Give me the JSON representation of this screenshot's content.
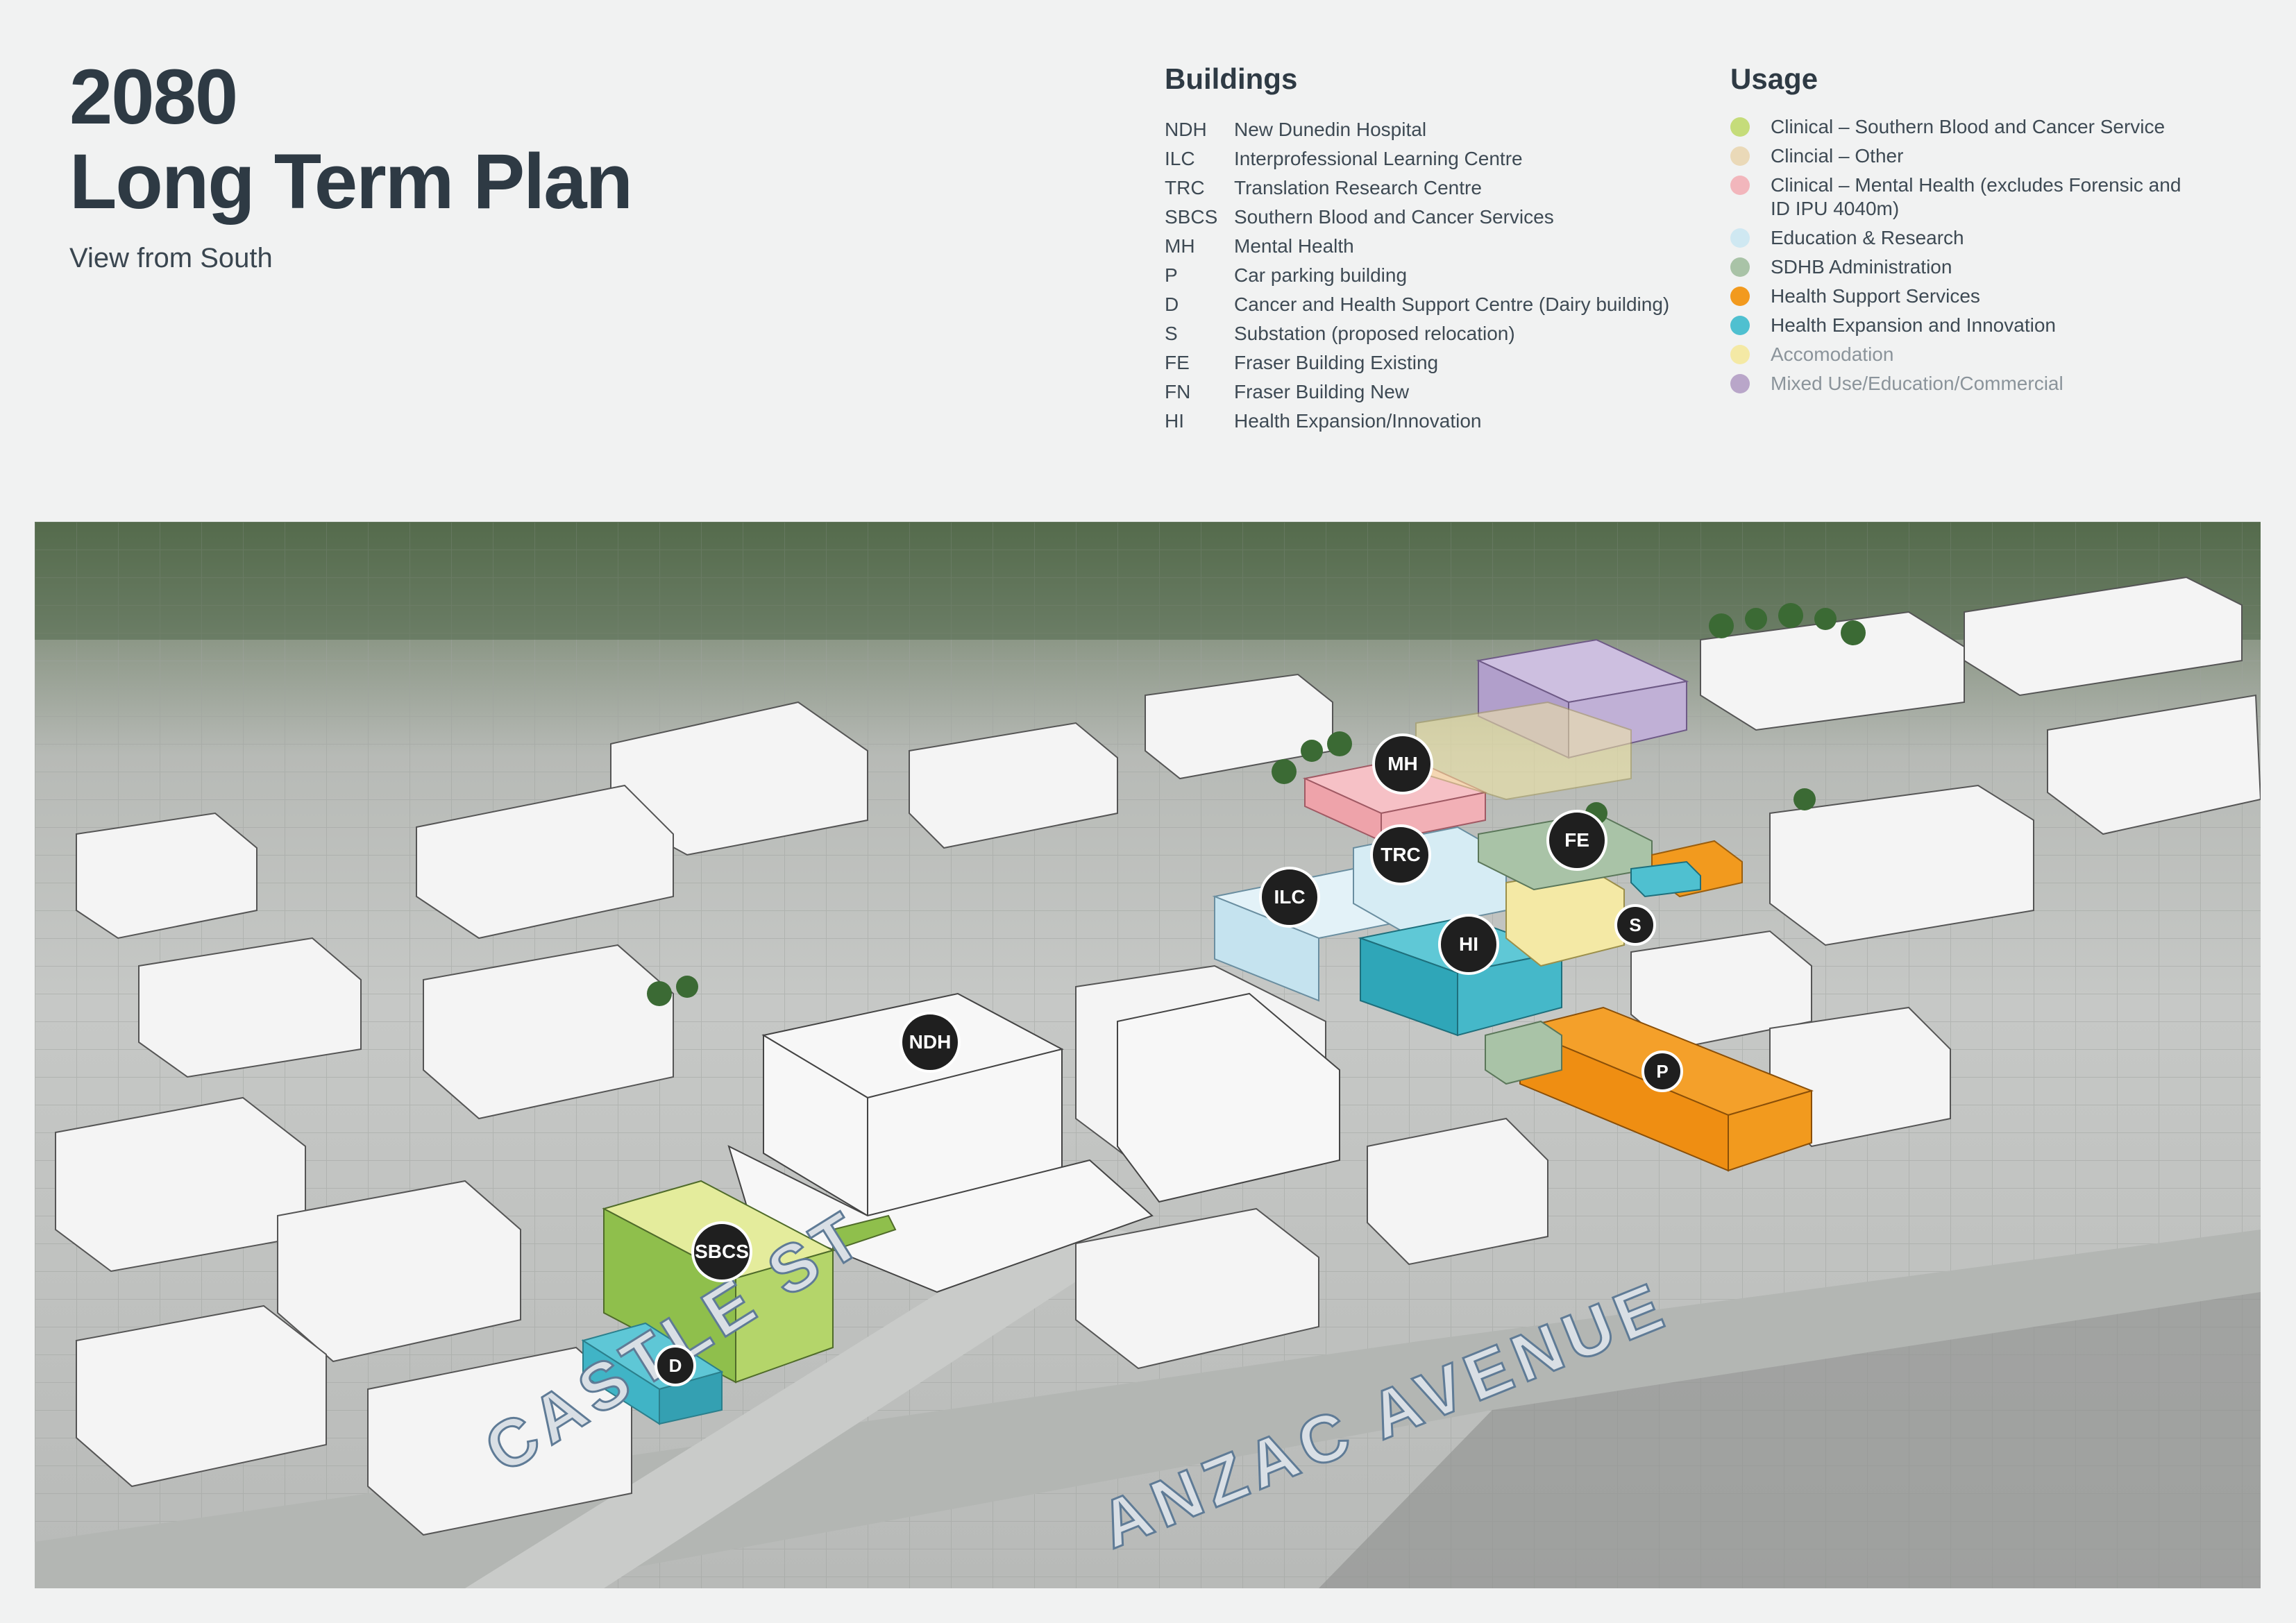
{
  "title": {
    "year": "2080",
    "main": "Long Term Plan",
    "subtitle": "View from South"
  },
  "buildings": {
    "heading": "Buildings",
    "items": [
      {
        "code": "NDH",
        "name": "New Dunedin Hospital"
      },
      {
        "code": "ILC",
        "name": "Interprofessional Learning Centre"
      },
      {
        "code": "TRC",
        "name": "Translation Research Centre"
      },
      {
        "code": "SBCS",
        "name": "Southern Blood and Cancer Services"
      },
      {
        "code": "MH",
        "name": "Mental Health"
      },
      {
        "code": "P",
        "name": "Car parking building"
      },
      {
        "code": "D",
        "name": "Cancer and Health Support Centre (Dairy building)"
      },
      {
        "code": "S",
        "name": "Substation (proposed relocation)"
      },
      {
        "code": "FE",
        "name": "Fraser Building Existing"
      },
      {
        "code": "FN",
        "name": "Fraser Building New"
      },
      {
        "code": "HI",
        "name": "Health Expansion/Innovation"
      }
    ]
  },
  "usage": {
    "heading": "Usage",
    "items": [
      {
        "label": "Clinical – Southern Blood and Cancer Service",
        "color": "#c5dc7a"
      },
      {
        "label": "Clincial – Other",
        "color": "#ead9b8"
      },
      {
        "label": "Clinical – Mental Health (excludes Forensic and ID IPU 4040m)",
        "color": "#f2b6bc"
      },
      {
        "label": "Education & Research",
        "color": "#cfe8f2"
      },
      {
        "label": "SDHB Administration",
        "color": "#a9c3a7"
      },
      {
        "label": "Health Support Services",
        "color": "#f29a1e"
      },
      {
        "label": "Health Expansion and Innovation",
        "color": "#4fc0d0"
      },
      {
        "label": "Accomodation",
        "color": "#f4e9a5"
      },
      {
        "label": "Mixed Use/Education/Commercial",
        "color": "#b9a6c9"
      }
    ]
  },
  "map": {
    "markers": [
      "MH",
      "TRC",
      "FE",
      "ILC",
      "HI",
      "S",
      "NDH",
      "P",
      "SBCS",
      "D"
    ],
    "streets": [
      "CASTLE ST",
      "ANZAC AVENUE"
    ]
  }
}
